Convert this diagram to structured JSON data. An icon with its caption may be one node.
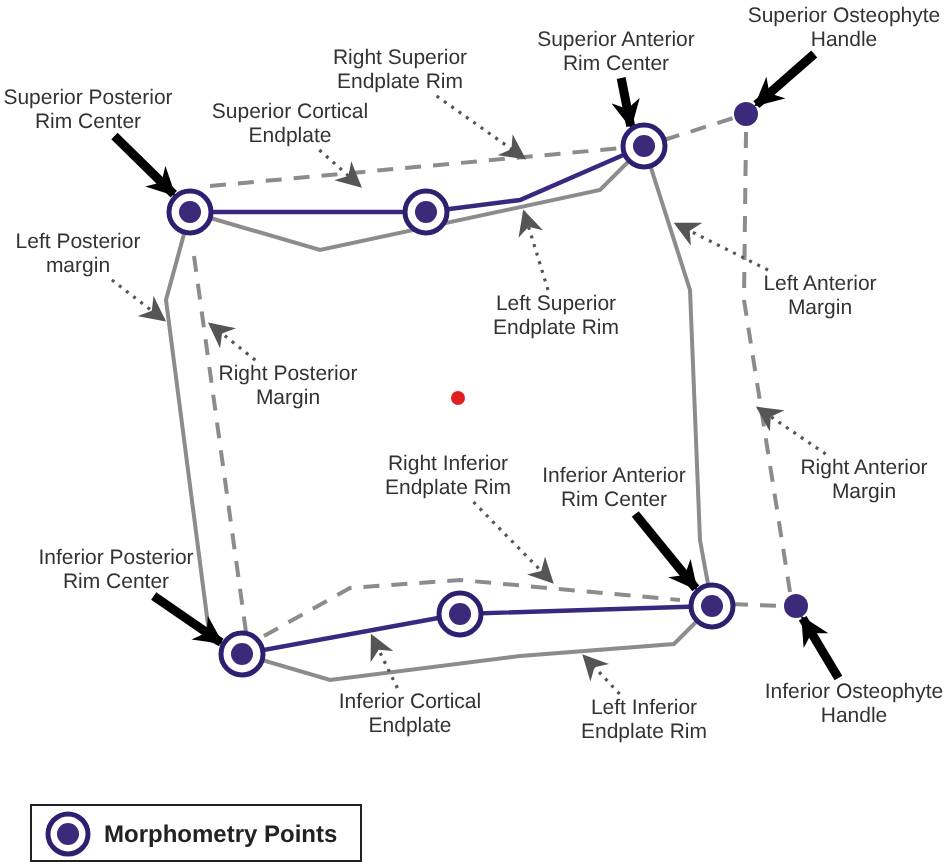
{
  "diagram": {
    "nodes": [
      {
        "text": [
          "Superior Osteophyte Handle"
        ]
      },
      {
        "text": [
          "Superior Anterior Rim Center"
        ]
      },
      {
        "text": [
          "Right Superior Endplate Rim"
        ]
      },
      {
        "text": [
          "Superior Posterior Rim Center"
        ]
      },
      {
        "text": [
          "Superior Cortical Endplate"
        ]
      },
      {
        "text": [
          "Left Posterior margin"
        ]
      },
      {
        "text": [
          "Left Superior Endplate Rim"
        ]
      },
      {
        "text": [
          "Left Anterior Margin"
        ]
      },
      {
        "text": [
          "Right Posterior Margin"
        ]
      },
      {
        "text": [
          "Right Anterior Margin"
        ]
      },
      {
        "text": [
          "Right Inferior Endplate Rim"
        ]
      },
      {
        "text": [
          "Inferior Anterior Rim Center"
        ]
      },
      {
        "text": [
          "Inferior Posterior Rim Center"
        ]
      },
      {
        "text": [
          "Inferior Cortical Endplate"
        ]
      },
      {
        "text": [
          "Left Inferior Endplate Rim"
        ]
      },
      {
        "text": [
          "Inferior Osteophyte Handle"
        ]
      },
      {
        "text": [],
        "shape": "circle"
      },
      {
        "text": [],
        "shape": "circle"
      },
      {
        "text": [],
        "shape": "circle"
      },
      {
        "text": [],
        "shape": "circle"
      },
      {
        "text": [],
        "shape": "circle"
      },
      {
        "text": [],
        "shape": "circle"
      },
      {
        "text": [],
        "shape": "circle"
      },
      {
        "text": [],
        "shape": "circle"
      }
    ],
    "edges": [
      {
        "from": 0,
        "to": 22,
        "arrow": "to",
        "style": "thick",
        "color": "#000000"
      },
      {
        "from": 1,
        "to": 20,
        "arrow": "to",
        "style": "thick",
        "color": "#000000"
      },
      {
        "from": 2,
        "to": null,
        "arrow": "to",
        "style": "dashed"
      },
      {
        "from": 3,
        "to": 16,
        "arrow": "to",
        "style": "thick",
        "color": "#000000"
      },
      {
        "from": 4,
        "to": null,
        "arrow": "to",
        "style": "dashed"
      },
      {
        "from": 5,
        "to": null,
        "arrow": "to",
        "style": "dashed"
      },
      {
        "from": 6,
        "to": null,
        "arrow": "to",
        "style": "dashed"
      },
      {
        "from": 7,
        "to": null,
        "arrow": "to",
        "style": "dashed"
      },
      {
        "from": 8,
        "to": null,
        "arrow": "to",
        "style": "dashed"
      },
      {
        "from": 9,
        "to": null,
        "arrow": "to",
        "style": "dashed"
      },
      {
        "from": 10,
        "to": null,
        "arrow": "to",
        "style": "dashed"
      },
      {
        "from": 11,
        "to": 21,
        "arrow": "to",
        "style": "thick",
        "color": "#000000"
      },
      {
        "from": 12,
        "to": 17,
        "arrow": "to",
        "style": "thick",
        "color": "#000000"
      },
      {
        "from": 13,
        "to": null,
        "arrow": "to",
        "style": "dashed"
      },
      {
        "from": 14,
        "to": null,
        "arrow": "to",
        "style": "dashed"
      },
      {
        "from": 15,
        "to": 23,
        "arrow": "to",
        "style": "thick",
        "color": "#000000"
      }
    ],
    "legend": [
      {
        "text": "Morphometry Points"
      }
    ]
  }
}
